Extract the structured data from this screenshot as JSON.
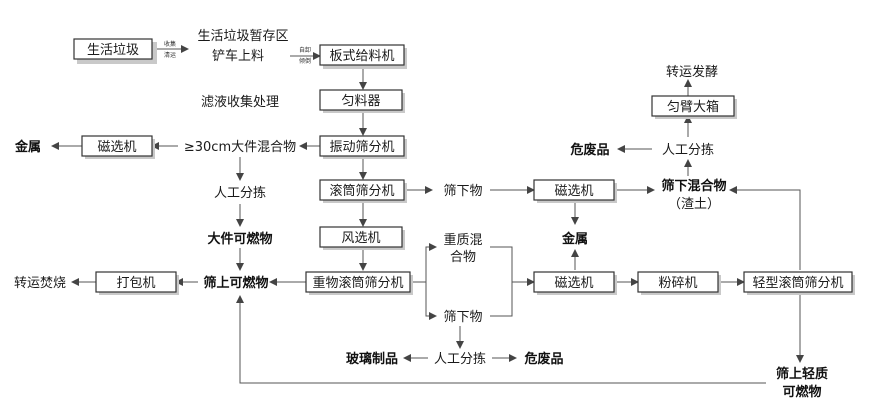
{
  "boxes": {
    "domestic_waste": "生活垃圾",
    "plate_feeder": "板式给料机",
    "homogenizer": "匀料器",
    "vibrating_screen": "振动筛分机",
    "trommel": "滚筒筛分机",
    "air_separator": "风选机",
    "heavy_trommel": "重物滚筒筛分机",
    "magnetic_1": "磁选机",
    "magnetic_2": "磁选机",
    "magnetic_3": "磁选机",
    "crusher": "粉碎机",
    "light_trommel": "轻型滚筒筛分机",
    "baler": "打包机",
    "mixing_box": "匀臂大箱"
  },
  "labels": {
    "temp_storage": "生活垃圾暂存区",
    "forklift": "铲车上料",
    "leachate": "滤液收集处理",
    "large_mixture": "≥30cm大件混合物",
    "manual_sort_1": "人工分拣",
    "large_combustible": "大件可燃物",
    "screen_oversize_combustible": "筛上可燃物",
    "metal_1": "金属",
    "metal_2": "金属",
    "undersize_1": "筛下物",
    "heavy_mix_1": "重质混",
    "heavy_mix_2": "合物",
    "undersize_2": "筛下物",
    "manual_sort_2": "人工分拣",
    "glass": "玻璃制品",
    "hazardous_1": "危废品",
    "hazardous_2": "危废品",
    "manual_sort_3": "人工分拣",
    "undersize_mixture": "筛下混合物",
    "dregs": "（渣土）",
    "transfer_ferment": "转运发酵",
    "transfer_incinerate": "转运焚烧",
    "light_combustible_1": "筛上轻质",
    "light_combustible_2": "可燃物",
    "edge_collect_1": "收集",
    "edge_collect_2": "清运",
    "edge_unload_1": "自卸",
    "edge_unload_2": "倾倒"
  }
}
